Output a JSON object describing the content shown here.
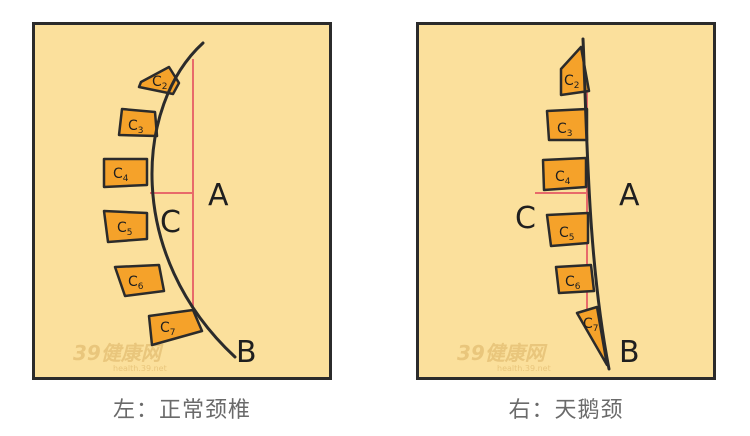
{
  "left_panel": {
    "caption": "左：正常颈椎",
    "labels": {
      "a": "A",
      "b": "B",
      "c": "C"
    },
    "vertebrae": [
      {
        "letter": "C",
        "num": "2"
      },
      {
        "letter": "C",
        "num": "3"
      },
      {
        "letter": "C",
        "num": "4"
      },
      {
        "letter": "C",
        "num": "5"
      },
      {
        "letter": "C",
        "num": "6"
      },
      {
        "letter": "C",
        "num": "7"
      }
    ],
    "watermark": "39健康网",
    "watermark_url": "health.39.net"
  },
  "right_panel": {
    "caption": "右：天鹅颈",
    "labels": {
      "a": "A",
      "b": "B",
      "c": "C"
    },
    "vertebrae": [
      {
        "letter": "C",
        "num": "2"
      },
      {
        "letter": "C",
        "num": "3"
      },
      {
        "letter": "C",
        "num": "4"
      },
      {
        "letter": "C",
        "num": "5"
      },
      {
        "letter": "C",
        "num": "6"
      },
      {
        "letter": "C",
        "num": "7"
      }
    ],
    "watermark": "39健康网",
    "watermark_url": "health.39.net"
  },
  "colors": {
    "panel_bg": "#fbe09c",
    "vertebra_fill": "#f5a22a",
    "outline": "#2b2b2b",
    "measure_line": "#e86a6a",
    "caption_text": "#6a6a6a"
  }
}
